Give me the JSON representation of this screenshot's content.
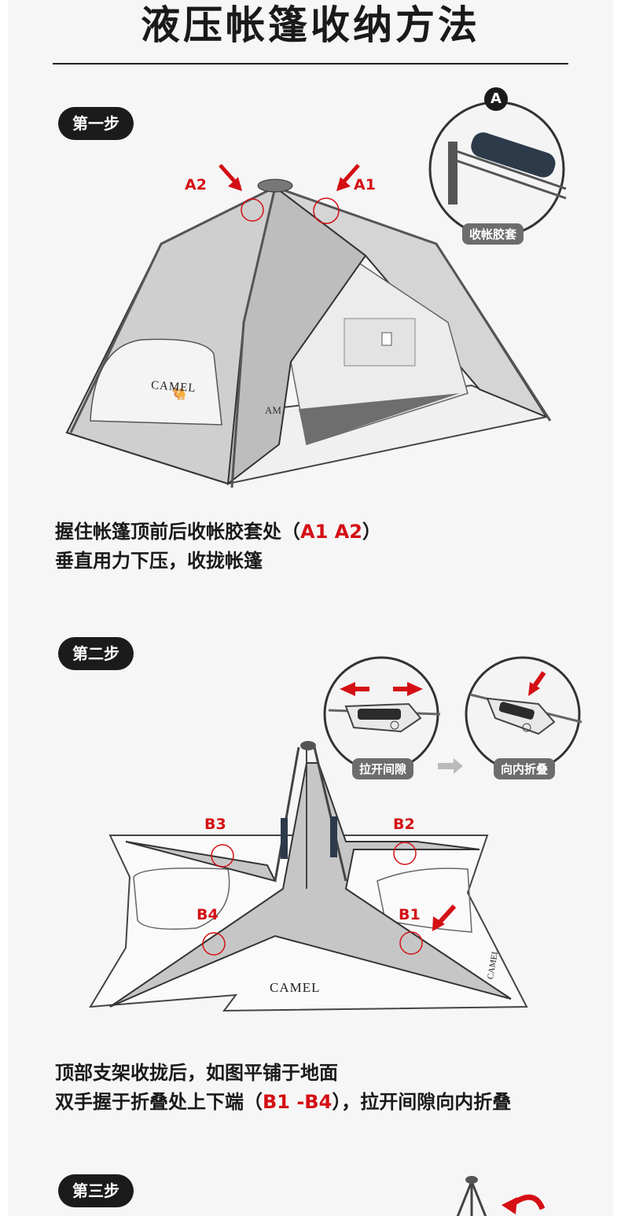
{
  "title": "液压帐篷收纳方法",
  "steps": [
    {
      "label": "第一步",
      "callouts": {
        "a1": "A1",
        "a2": "A2",
        "badge": "A"
      },
      "detail_label": "收帐胶套",
      "brand": "CAMEL",
      "brand_partial": "AM",
      "desc": {
        "line1_prefix": "握住帐篷顶前后收帐胶套处（",
        "line1_highlight": "A1 A2",
        "line1_suffix": "）",
        "line2": "垂直用力下压，收拢帐篷"
      }
    },
    {
      "label": "第二步",
      "detail_labels": [
        "拉开间隙",
        "向内折叠"
      ],
      "callouts": {
        "b1": "B1",
        "b2": "B2",
        "b3": "B3",
        "b4": "B4"
      },
      "brand": "CAMEL",
      "brand_side": "CAMEL",
      "desc": {
        "line1": "顶部支架收拢后，如图平铺于地面",
        "line2_prefix": "双手握于折叠处上下端（",
        "line2_highlight": "B1 -B4",
        "line2_suffix": "），拉开间隙向内折叠"
      }
    },
    {
      "label": "第三步"
    }
  ],
  "colors": {
    "accent": "#d40f14",
    "badge": "#1b1b1b",
    "pill": "#6d6d6d"
  }
}
